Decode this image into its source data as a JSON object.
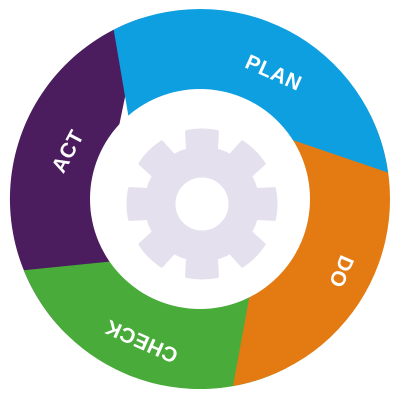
{
  "diagram": {
    "segments": [
      {
        "key": "plan",
        "label": "PLAN",
        "color": "#0d9fe0"
      },
      {
        "key": "do",
        "label": "DO",
        "color": "#e37b12"
      },
      {
        "key": "check",
        "label": "CHECK",
        "color": "#49ab3a"
      },
      {
        "key": "act",
        "label": "ACT",
        "color": "#4b1d5e"
      }
    ],
    "center_icon": {
      "name": "gear-icon",
      "color": "#e4e0ee"
    },
    "inner_circle_color": "#ffffff"
  }
}
